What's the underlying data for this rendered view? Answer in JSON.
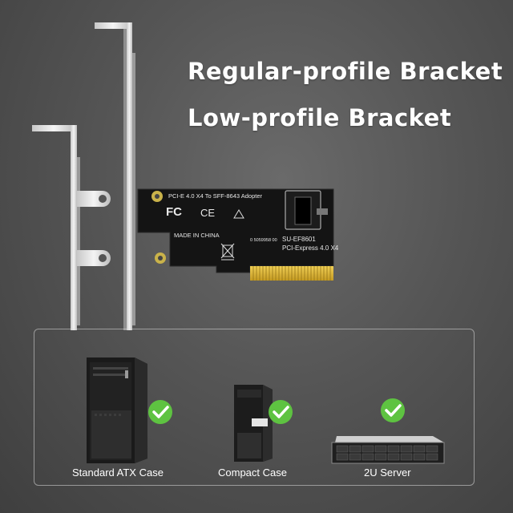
{
  "headline": {
    "regular": "Regular-profile Bracket",
    "low": "Low-profile Bracket"
  },
  "card": {
    "top_text": "PCI-E 4.0 X4 To SFF-8643   Adopter",
    "fcc": "FC",
    "ce": "CE",
    "made_in": "MADE IN CHINA",
    "serial": "0 5059958 00",
    "model": "SU-EF8601",
    "interface": "PCI-Express 4.0 X4"
  },
  "cases": [
    {
      "label": "Standard ATX Case",
      "check": "check-icon"
    },
    {
      "label": "Compact Case",
      "check": "check-icon"
    },
    {
      "label": "2U Server",
      "check": "check-icon"
    }
  ],
  "colors": {
    "check_green": "#5ec341",
    "pcb": "#141414",
    "gold": "#d9b23a",
    "bracket": "#e6e6e6"
  }
}
